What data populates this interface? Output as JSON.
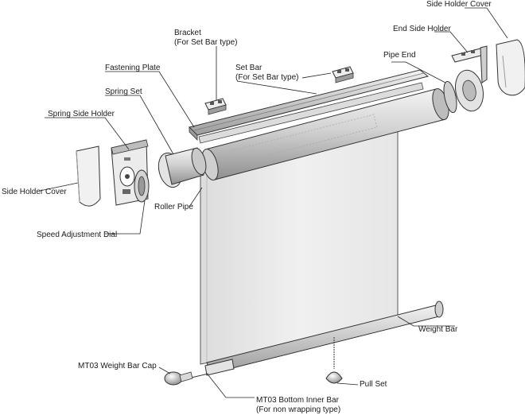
{
  "labels": {
    "side_holder_cover_right": "Side Holder Cover",
    "end_side_holder": "End Side Holder",
    "pipe_end": "Pipe End",
    "bracket_line1": "Bracket",
    "bracket_line2": "(For Set Bar type)",
    "set_bar_line1": "Set Bar",
    "set_bar_line2": "(For Set Bar type)",
    "fastening_plate": "Fastening Plate",
    "spring_set": "Spring Set",
    "spring_side_holder": "Spring Side Holder",
    "side_holder_cover_left": "Side Holder Cover",
    "roller_pipe": "Roller Pipe",
    "speed_adjustment_dial": "Speed Adjustment Dial",
    "weight_bar": "Weight Bar",
    "mt03_weight_bar_cap": "MT03 Weight Bar Cap",
    "pull_set": "Pull Set",
    "mt03_bottom_inner_bar_line1": "MT03 Bottom Inner Bar",
    "mt03_bottom_inner_bar_line2": "(For non wrapping type)"
  },
  "colors": {
    "line": "#2a2a2a",
    "shade": "#e9e9e9",
    "metal": "#d9d9d9",
    "metal_dark": "#9a9a9a"
  }
}
